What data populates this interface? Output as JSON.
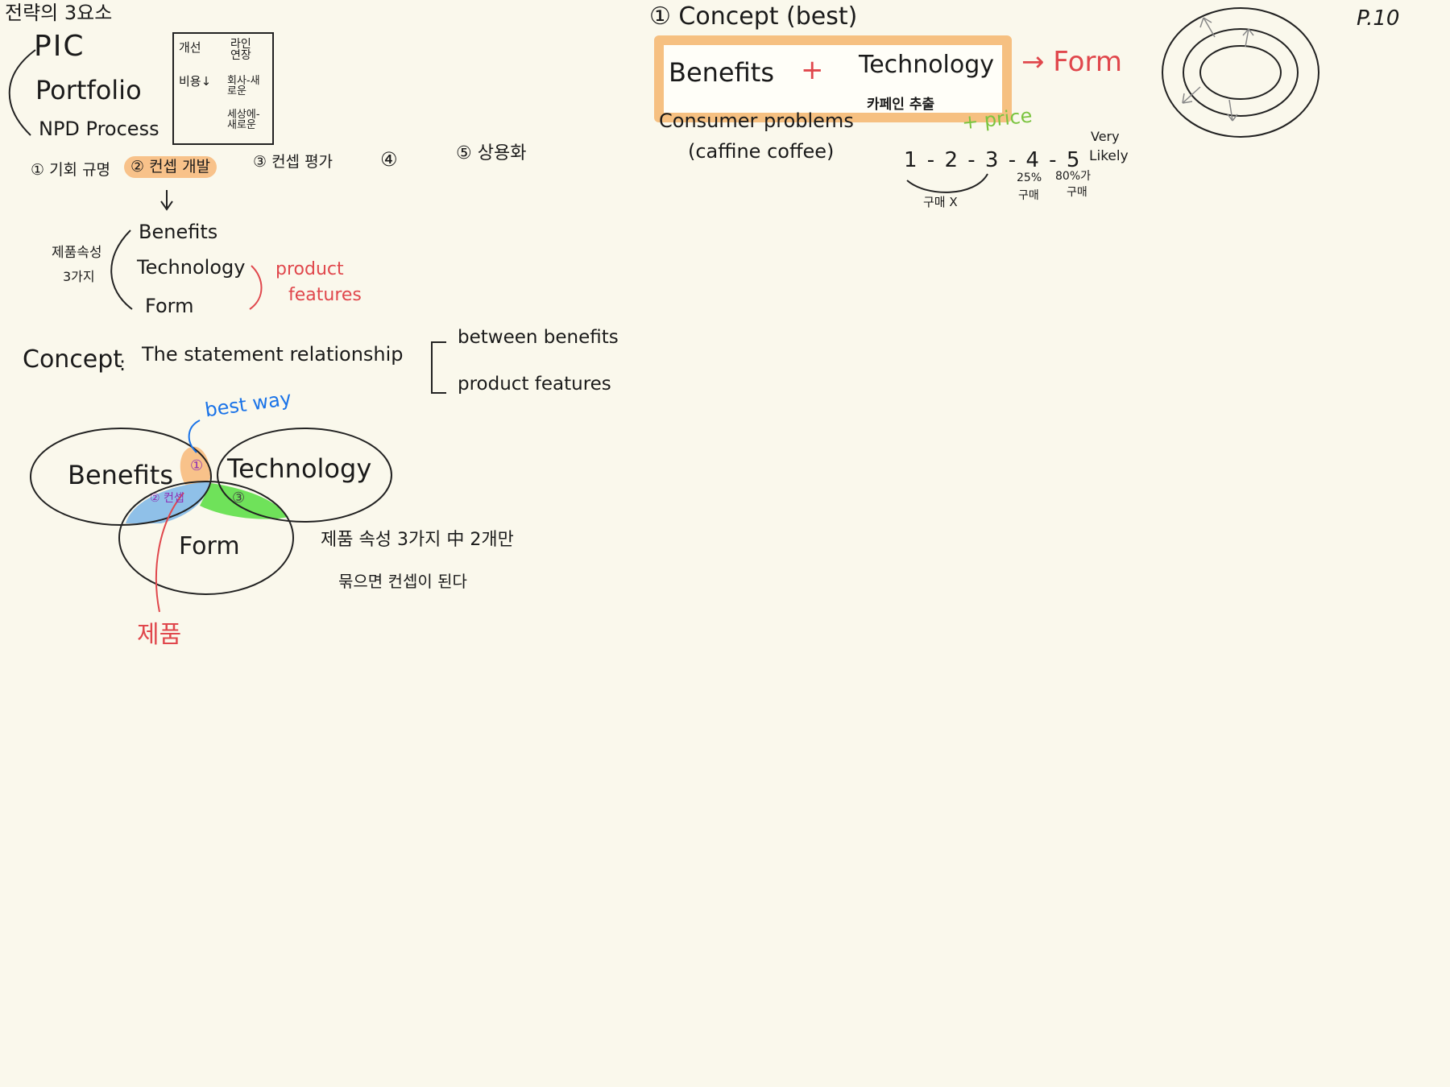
{
  "page": {
    "number": "P.10"
  },
  "top_left": {
    "heading": "전략의 3요소",
    "items": [
      "PIC",
      "Portfolio",
      "NPD Process"
    ],
    "grid": {
      "cells": [
        "개선",
        "라인 연장",
        "비용↓",
        "회사-새로운",
        "세상에-새로운"
      ]
    }
  },
  "steps": {
    "s1": "① 기회 규명",
    "s2": "② 컨셉 개발",
    "s3": "③ 컨셉 평가",
    "s4": "④",
    "s5": "⑤ 상용화"
  },
  "attributes": {
    "label_line1": "제품속성",
    "label_line2": "3가지",
    "items": [
      "Benefits",
      "Technology",
      "Form"
    ],
    "product_features_line1": "product",
    "product_features_line2": "features"
  },
  "concept_def": {
    "lead": "Concept",
    "colon": ":",
    "statement": "The statement relationship",
    "between": "between benefits",
    "features": "product features"
  },
  "venn": {
    "benefits": "Benefits",
    "technology": "Technology",
    "form": "Form",
    "best_way": "best way",
    "zone1": "①",
    "zone2": "② 컨셉",
    "zone3": "③",
    "product": "제품",
    "note_line1": "제품 속성 3가지 中 2개만",
    "note_line2": "묶으면 컨셉이 된다",
    "colors": {
      "zone1": "#f8c28a",
      "zone2": "#8fc0e8",
      "zone3": "#6fe25a"
    }
  },
  "right": {
    "title": "① Concept (best)",
    "box_benefits": "Benefits",
    "box_plus": "+",
    "box_technology": "Technology",
    "arrow_form": "→ Form",
    "caffeine": "카페인 추출",
    "plus_price": "+ price",
    "consumer_problems": "Consumer problems",
    "caffine_coffee": "(caffine coffee)",
    "scale": "1 - 2 - 3 - 4 - 5",
    "very": "Very",
    "likely": "Likely",
    "buy_x": "구매 X",
    "pct25": "25%",
    "pct80": "80%가",
    "buy1": "구매",
    "buy2": "구매"
  }
}
